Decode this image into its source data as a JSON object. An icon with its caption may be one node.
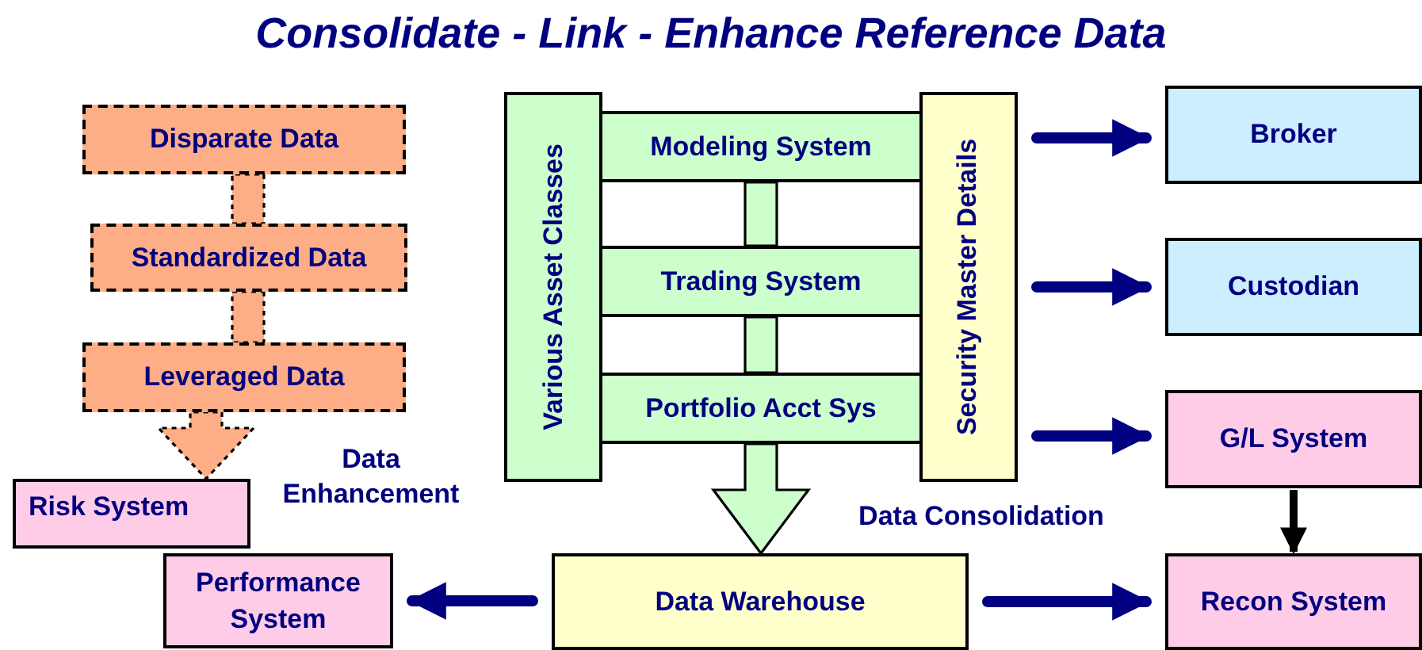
{
  "diagram": {
    "title": "Consolidate - Link - Enhance Reference Data",
    "nodes": [
      {
        "text": [
          "Disparate Data"
        ]
      },
      {
        "text": [
          "Standardized  Data"
        ]
      },
      {
        "text": [
          "Leveraged  Data"
        ]
      },
      {
        "text": [
          "Various Asset Classes"
        ]
      },
      {
        "text": [
          "Modeling System"
        ]
      },
      {
        "text": [
          "Trading System"
        ]
      },
      {
        "text": [
          "Portfolio Acct Sys"
        ]
      },
      {
        "text": [
          "Security Master Details"
        ]
      },
      {
        "text": [
          "Broker"
        ]
      },
      {
        "text": [
          "Custodian"
        ]
      },
      {
        "text": [
          "G/L System"
        ]
      },
      {
        "text": [
          "Risk System"
        ]
      },
      {
        "text": [
          "Performance System"
        ]
      },
      {
        "text": [
          "Data Warehouse"
        ]
      },
      {
        "text": [
          "Recon System"
        ]
      }
    ],
    "edges": [
      {
        "from": 0,
        "to": 1,
        "arrow": "none",
        "style": "dashed",
        "color": "#fdae86"
      },
      {
        "from": 1,
        "to": 2,
        "arrow": "none",
        "style": "dashed",
        "color": "#fdae86"
      },
      {
        "from": 2,
        "to": 11,
        "arrow": "to",
        "style": "dashed",
        "color": "#fdae86",
        "label": "Data Enhancement"
      },
      {
        "from": 4,
        "to": 5,
        "arrow": "none",
        "style": "thick",
        "color": "#ccffcc"
      },
      {
        "from": 5,
        "to": 6,
        "arrow": "none",
        "style": "thick",
        "color": "#ccffcc"
      },
      {
        "from": 6,
        "to": 13,
        "arrow": "to",
        "style": "thick",
        "color": "#ccffcc",
        "label": "Data Consolidation"
      },
      {
        "from": 7,
        "to": 8,
        "arrow": "to"
      },
      {
        "from": 7,
        "to": 9,
        "arrow": "to"
      },
      {
        "from": 7,
        "to": 10,
        "arrow": "to"
      },
      {
        "from": 10,
        "to": 14,
        "arrow": "to",
        "color": "#000000"
      },
      {
        "from": 13,
        "to": 12,
        "arrow": "to"
      },
      {
        "from": 13,
        "to": 14,
        "arrow": "to"
      }
    ]
  }
}
